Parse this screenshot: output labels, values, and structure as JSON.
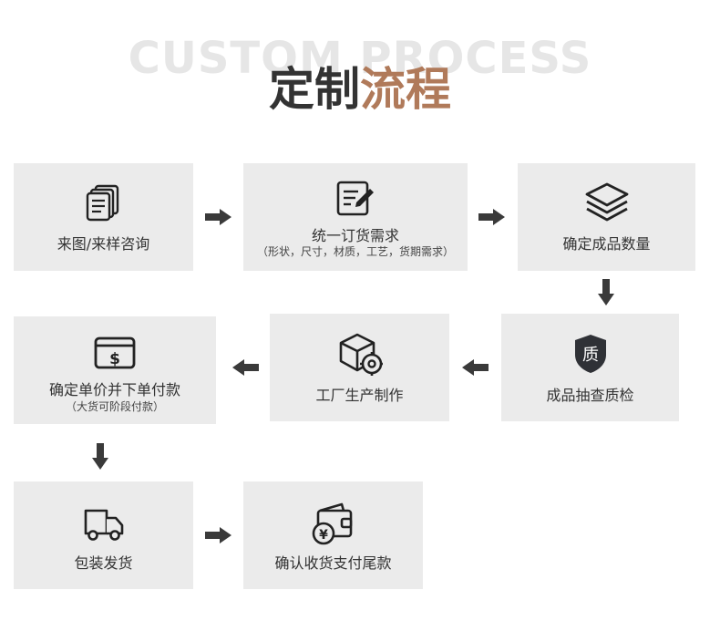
{
  "header": {
    "bg_text": "CUSTOM PROCESS",
    "title_part1": "定制",
    "title_part2": "流程"
  },
  "steps": [
    {
      "label": "来图/来样咨询",
      "icon": "documents-icon"
    },
    {
      "label": "统一订货需求",
      "sub": "（形状，尺寸，材质，工艺，货期需求）",
      "icon": "edit-form-icon"
    },
    {
      "label": "确定成品数量",
      "icon": "layers-icon"
    },
    {
      "label": "成品抽查质检",
      "icon": "quality-shield-icon",
      "badge": "质"
    },
    {
      "label": "工厂生产制作",
      "icon": "box-gear-icon"
    },
    {
      "label": "确定单价并下单付款",
      "sub": "（大货可阶段付款）",
      "icon": "payment-card-icon"
    },
    {
      "label": "包装发货",
      "icon": "truck-icon"
    },
    {
      "label": "确认收货支付尾款",
      "icon": "wallet-yuan-icon"
    }
  ],
  "colors": {
    "title_dark": "#333333",
    "title_accent": "#b07a5a",
    "box_bg": "#ebebeb",
    "arrow": "#3a3a3a"
  }
}
